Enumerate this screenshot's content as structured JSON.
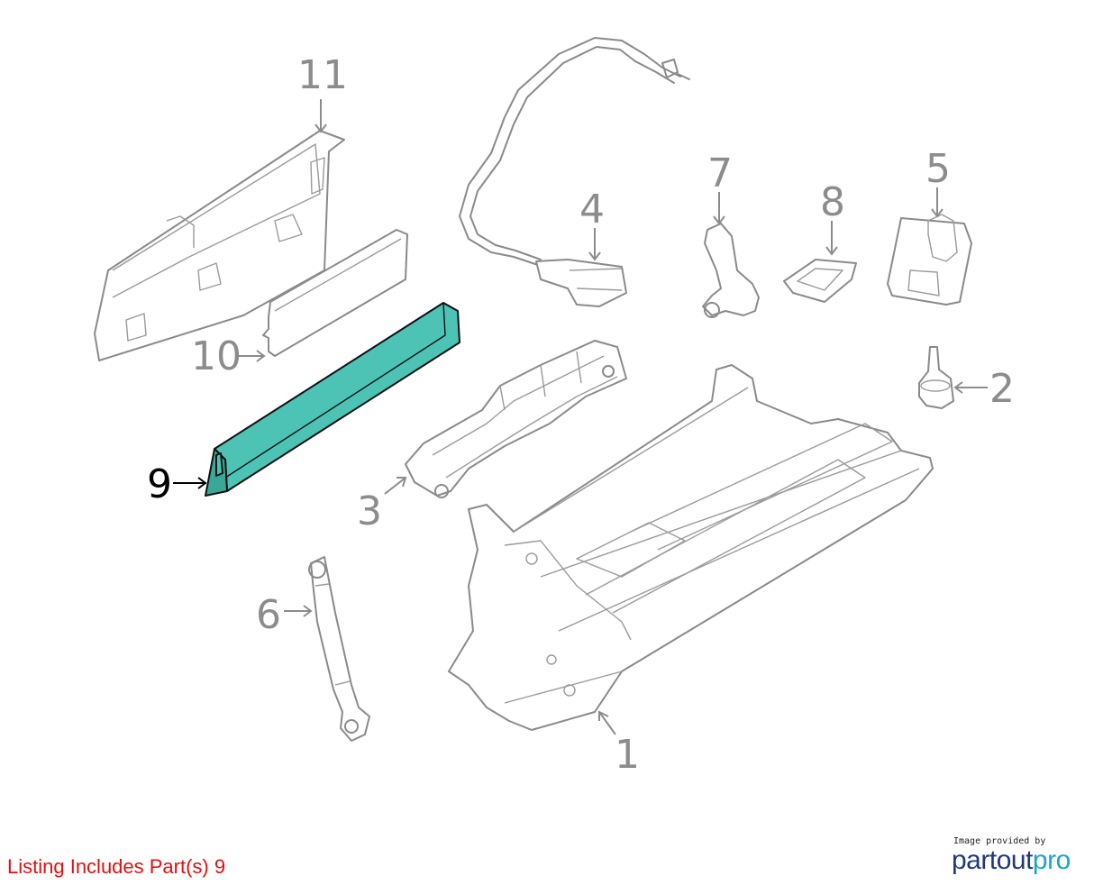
{
  "diagram": {
    "callouts": [
      {
        "id": "1",
        "label": "1"
      },
      {
        "id": "2",
        "label": "2"
      },
      {
        "id": "3",
        "label": "3"
      },
      {
        "id": "4",
        "label": "4"
      },
      {
        "id": "5",
        "label": "5"
      },
      {
        "id": "6",
        "label": "6"
      },
      {
        "id": "7",
        "label": "7"
      },
      {
        "id": "8",
        "label": "8"
      },
      {
        "id": "9",
        "label": "9"
      },
      {
        "id": "10",
        "label": "10"
      },
      {
        "id": "11",
        "label": "11"
      }
    ],
    "highlighted_part": "9",
    "highlight_color": "#4dc3b5",
    "line_color": "#8a8a8a"
  },
  "footer": {
    "listing_note": "Listing Includes Part(s) 9",
    "listing_note_color": "#e01010",
    "credit_small": "Image provided by",
    "credit_brand_a": "partout",
    "credit_brand_b": "pro"
  }
}
